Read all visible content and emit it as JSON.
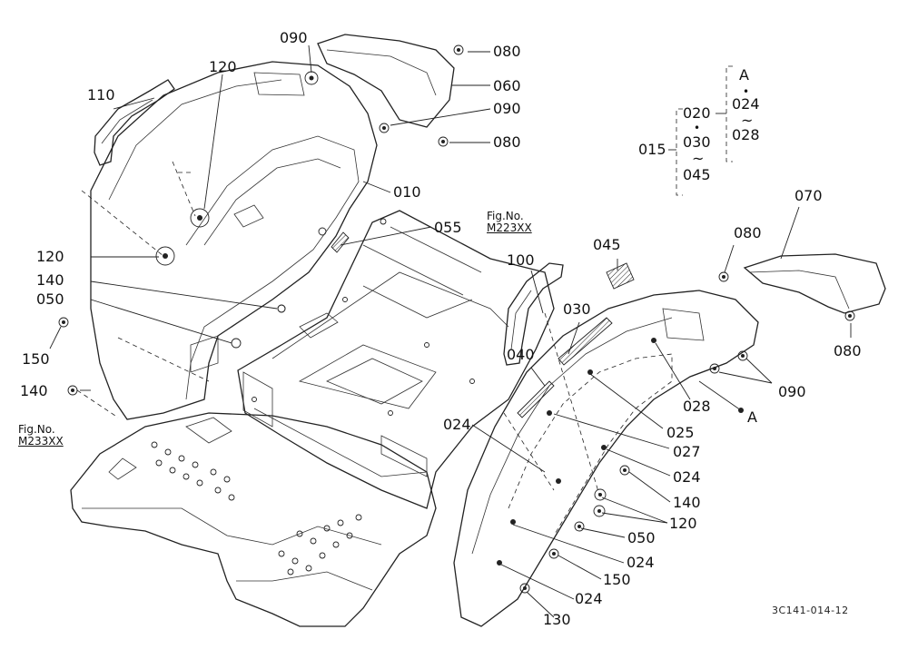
{
  "labels": {
    "p090_top": "090",
    "p080_top": "080",
    "p120_top": "120",
    "p060": "060",
    "p110": "110",
    "p090_mid": "090",
    "p080_mid": "080",
    "p010": "010",
    "p055": "055",
    "p120_left": "120",
    "p140_left": "140",
    "p050_left": "050",
    "p150_left": "150",
    "p140_low": "140",
    "p100": "100",
    "p045": "045",
    "p030": "030",
    "p040": "040",
    "p070": "070",
    "p080_right": "080",
    "p080_right_low": "080",
    "p090_right": "090",
    "p028": "028",
    "pA_ref": "A",
    "p025": "025",
    "p027": "027",
    "p024_a": "024",
    "p024_b": "024",
    "p140_right": "140",
    "p120_right": "120",
    "p050_right": "050",
    "p024_c": "024",
    "p150_right": "150",
    "p024_d": "024",
    "p130": "130"
  },
  "figrefs": {
    "center": {
      "line1": "Fig.No.",
      "line2": "M223XX"
    },
    "left": {
      "line1": "Fig.No.",
      "line2": "M233XX"
    }
  },
  "legend": {
    "root": "015",
    "group1": [
      "020",
      "•",
      "030",
      "~",
      "045"
    ],
    "group2": [
      "A",
      "•",
      "024",
      "~",
      "028"
    ]
  },
  "drawing_code": "3C141-014-12"
}
